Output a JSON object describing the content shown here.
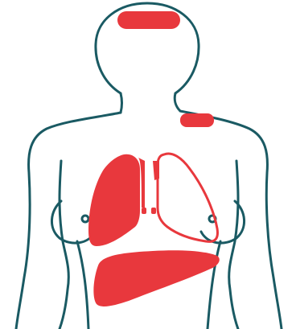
{
  "colors": {
    "outline": "#1a5a63",
    "highlight": "#e8383d",
    "background": "#ffffff"
  },
  "figure": {
    "subject": "female-torso",
    "highlighted_regions": [
      "head",
      "left-shoulder",
      "right-lung",
      "left-lung-outline",
      "liver"
    ]
  }
}
